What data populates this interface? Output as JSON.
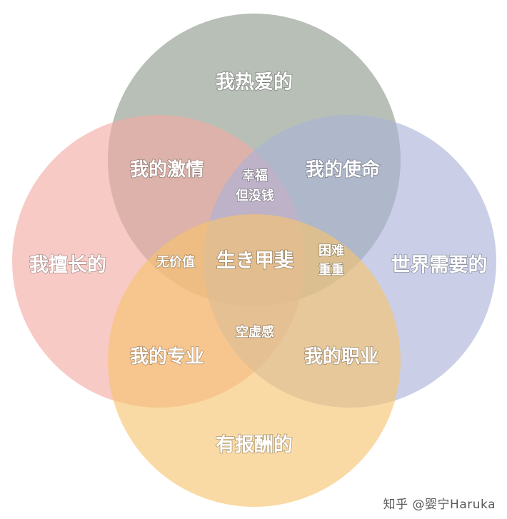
{
  "circles": {
    "top": {
      "label": "我热爱的",
      "color": "#a7b1a6"
    },
    "left": {
      "label": "我擅长的",
      "color": "#f2aaa3"
    },
    "right": {
      "label": "世界需要的",
      "color": "#aab1d8"
    },
    "bottom": {
      "label": "有报酬的",
      "color": "#f7c36c"
    }
  },
  "pairs": {
    "top_left": "我的激情",
    "top_right": "我的使命",
    "bottom_left": "我的专业",
    "bottom_right": "我的职业"
  },
  "triples": {
    "top": [
      "幸福",
      "但没钱"
    ],
    "left": "无价值",
    "right": [
      "困难",
      "重重"
    ],
    "bottom": "空虚感"
  },
  "center": "生き甲斐",
  "watermark": "知乎 @婴宁Haruka"
}
